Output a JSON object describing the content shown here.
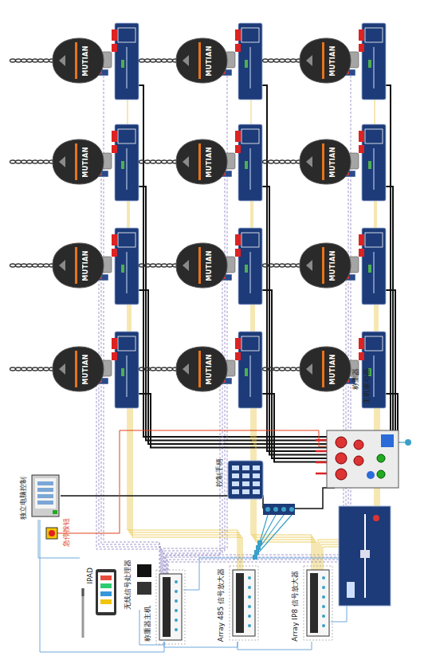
{
  "diagram": {
    "nodes": [
      {
        "text": [
          "MUTIAN"
        ]
      },
      {
        "text": [
          "MUTIAN"
        ]
      },
      {
        "text": [
          "MUTIAN"
        ]
      },
      {
        "text": [
          "MUTIAN"
        ]
      },
      {
        "text": [
          "MUTIAN"
        ]
      },
      {
        "text": [
          "MUTIAN"
        ]
      },
      {
        "text": [
          "MUTIAN"
        ]
      },
      {
        "text": [
          "MUTIAN"
        ]
      },
      {
        "text": [
          "MUTIAN"
        ]
      },
      {
        "text": [
          "MUTIAN"
        ]
      },
      {
        "text": [
          "MUTIAN"
        ]
      },
      {
        "text": [
          "MUTIAN"
        ]
      },
      {
        "text": [
          "独立电脑控制"
        ]
      },
      {
        "text": [
          "急停按钮"
        ]
      },
      {
        "text": [
          "控制手柄"
        ]
      },
      {
        "text": [
          "IPAD"
        ]
      },
      {
        "text": [
          "无线信号处理器"
        ]
      },
      {
        "text": [
          "称重器主机"
        ]
      },
      {
        "text": [
          "Array 485 信号放大器"
        ]
      },
      {
        "text": [
          "Array IP8 信号放大器"
        ]
      }
    ],
    "edges": [
      {
        "from": 17,
        "to": 16,
        "arrow": "none"
      },
      {
        "from": 17,
        "to": 18,
        "arrow": "none"
      },
      {
        "from": 18,
        "to": 19,
        "arrow": "none"
      },
      {
        "from": 12,
        "to": 17,
        "arrow": "none"
      }
    ],
    "labels": [
      "称重器",
      "主机驱动器"
    ]
  }
}
